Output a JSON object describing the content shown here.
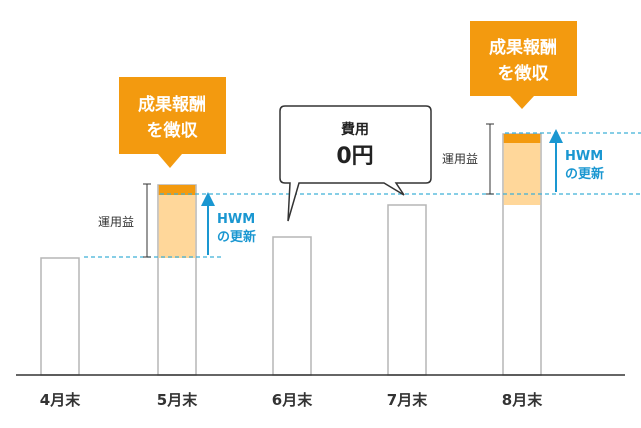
{
  "colors": {
    "bar_outline": "#b5b5b5",
    "profit_fill": "#ffd79a",
    "fee_fill": "#f39a0f",
    "callout": "#f39a0f",
    "hwm": "#1a97d1",
    "dashed": "#3fb0d8",
    "axis": "#333333"
  },
  "chart_data": {
    "type": "bar",
    "categories": [
      "4月末",
      "5月末",
      "6月末",
      "7月末",
      "8月末"
    ],
    "base_values": [
      117,
      117,
      138,
      170,
      170
    ],
    "profit_segment": [
      0,
      63,
      0,
      0,
      62
    ],
    "fee_segment": [
      0,
      10,
      0,
      0,
      9
    ],
    "ylim": [
      0,
      260
    ]
  },
  "annotations": {
    "fee_label_line1": "成果報酬",
    "fee_label_line2": "を徴収",
    "profit_label": "運用益",
    "hwm_line1": "HWM",
    "hwm_line2": "の更新",
    "bubble_label": "費用",
    "bubble_value": "0円"
  }
}
